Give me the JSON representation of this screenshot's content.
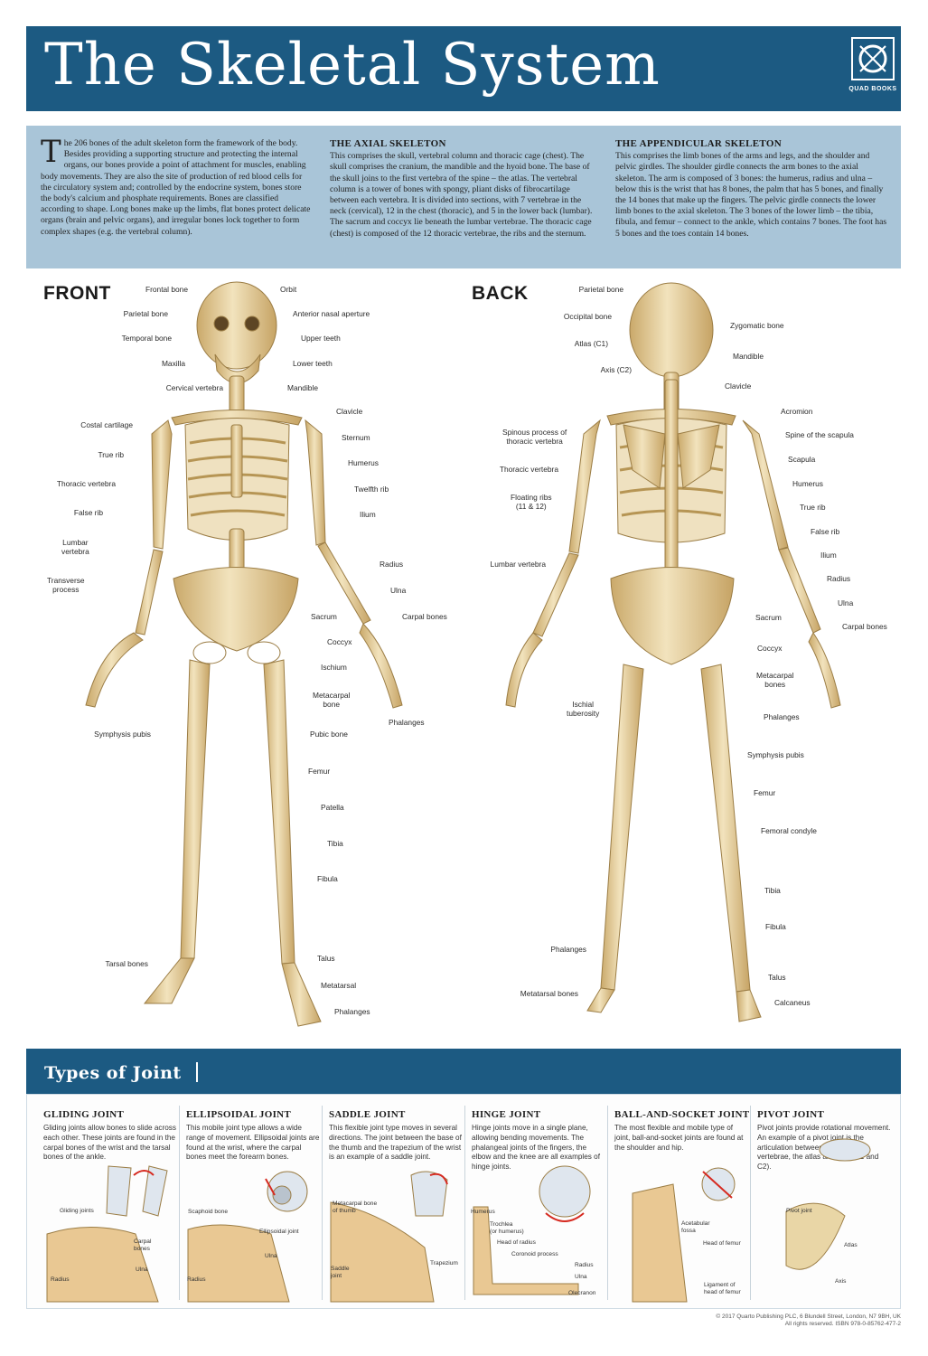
{
  "title": "The Skeletal System",
  "publisher": "QUAD BOOKS",
  "intro": {
    "dropcap": "T",
    "body": "he 206 bones of the adult skeleton form the framework of the body. Besides providing a supporting structure and protecting the internal organs, our bones provide a point of attachment for muscles, enabling body movements. They are also the site of production of red blood cells for the circulatory system and; controlled by the endocrine system, bones store the body's calcium and phosphate requirements. Bones are classified according to shape. Long bones make up the limbs, flat bones protect delicate organs (brain and pelvic organs), and irregular bones lock together to form complex shapes (e.g. the vertebral column).",
    "axial_title": "THE AXIAL SKELETON",
    "axial_body": "This comprises the skull, vertebral column and thoracic cage (chest). The skull comprises the cranium, the mandible and the hyoid bone. The base of the skull joins to the first vertebra of the spine – the atlas. The vertebral column is a tower of bones with spongy, pliant disks of fibrocartilage between each vertebra. It is divided into sections, with 7 vertebrae in the neck (cervical), 12 in the chest (thoracic), and 5 in the lower back (lumbar). The sacrum and coccyx lie beneath the lumbar vertebrae. The thoracic cage (chest) is composed of the 12 thoracic vertebrae, the ribs and the sternum.",
    "appendicular_title": "THE APPENDICULAR SKELETON",
    "appendicular_body": "This comprises the limb bones of the arms and legs, and the shoulder and pelvic girdles. The shoulder girdle connects the arm bones to the axial skeleton. The arm is composed of 3 bones: the humerus, radius and ulna – below this is the wrist that has 8 bones, the palm that has 5 bones, and finally the 14 bones that make up the fingers. The pelvic girdle connects the lower limb bones to the axial skeleton. The 3 bones of the lower limb – the tibia, fibula, and femur – connect to the ankle, which contains 7 bones. The foot has 5 bones and the toes contain 14 bones."
  },
  "front": {
    "heading": "FRONT",
    "labels": [
      "Frontal bone",
      "Orbit",
      "Parietal bone",
      "Anterior nasal aperture",
      "Temporal bone",
      "Upper teeth",
      "Maxilla",
      "Lower teeth",
      "Cervical vertebra",
      "Mandible",
      "Clavicle",
      "Costal cartilage",
      "Sternum",
      "True rib",
      "Humerus",
      "Thoracic vertebra",
      "Twelfth rib",
      "False rib",
      "Ilium",
      "Lumbar\nvertebra",
      "Transverse\nprocess",
      "Radius",
      "Ulna",
      "Sacrum",
      "Carpal bones",
      "Coccyx",
      "Ischium",
      "Metacarpal\nbone",
      "Phalanges",
      "Symphysis pubis",
      "Pubic bone",
      "Femur",
      "Patella",
      "Tibia",
      "Fibula",
      "Tarsal bones",
      "Talus",
      "Metatarsal",
      "Phalanges"
    ]
  },
  "back": {
    "heading": "BACK",
    "labels": [
      "Parietal bone",
      "Occipital bone",
      "Zygomatic bone",
      "Atlas (C1)",
      "Mandible",
      "Axis (C2)",
      "Clavicle",
      "Acromion",
      "Spinous process of\nthoracic vertebra",
      "Spine of the scapula",
      "Scapula",
      "Thoracic vertebra",
      "Humerus",
      "Floating ribs\n(11 & 12)",
      "True rib",
      "False rib",
      "Ilium",
      "Lumbar vertebra",
      "Radius",
      "Ulna",
      "Sacrum",
      "Carpal bones",
      "Coccyx",
      "Metacarpal\nbones",
      "Ischial\ntuberosity",
      "Phalanges",
      "Symphysis pubis",
      "Femur",
      "Femoral condyle",
      "Tibia",
      "Fibula",
      "Phalanges",
      "Talus",
      "Metatarsal bones",
      "Calcaneus"
    ]
  },
  "joints": {
    "heading": "Types of Joint",
    "items": [
      {
        "title": "GLIDING JOINT",
        "text": "Gliding joints allow bones to slide across each other. These joints are found in the carpal bones of the wrist and the tarsal bones of the ankle.",
        "labels": [
          "Gliding joints",
          "Carpal\nbones",
          "Radius",
          "Ulna"
        ]
      },
      {
        "title": "ELLIPSOIDAL JOINT",
        "text": "This mobile joint type allows a wide range of movement. Ellipsoidal joints are found at the wrist, where the carpal bones meet the forearm bones.",
        "labels": [
          "Scaphoid bone",
          "Ellipsoidal joint",
          "Ulna",
          "Radius"
        ]
      },
      {
        "title": "SADDLE JOINT",
        "text": "This flexible joint type moves in several directions. The joint between the base of the thumb and the trapezium of the wrist is an example of a saddle joint.",
        "labels": [
          "Metacarpal bone\nof thumb",
          "Saddle\njoint",
          "Trapezium"
        ]
      },
      {
        "title": "HINGE JOINT",
        "text": "Hinge joints move in a single plane, allowing bending movements. The phalangeal joints of the fingers, the elbow and the knee are all examples of hinge joints.",
        "labels": [
          "Humerus",
          "Trochlea\n(or humerus)",
          "Head of radius",
          "Coronoid process",
          "Radius",
          "Ulna",
          "Olecranon"
        ]
      },
      {
        "title": "BALL-AND-SOCKET JOINT",
        "text": "The most flexible and mobile type of joint, ball-and-socket joints are found at the shoulder and hip.",
        "labels": [
          "Acetabular\nfossa",
          "Head of femur",
          "Ligament of\nhead of femur"
        ]
      },
      {
        "title": "PIVOT JOINT",
        "text": "Pivot joints provide rotational movement. An example of a pivot joint is the articulation between the first two vertebrae, the atlas and axis (C1 and C2).",
        "labels": [
          "Pivot joint",
          "Atlas",
          "Axis"
        ]
      }
    ]
  },
  "footer": {
    "line1": "© 2017 Quarto Publishing PLC, 6 Blundell Street, London, N7 9BH, UK",
    "line2": "All rights reserved. ISBN 978-0-85762-477-2"
  },
  "colors": {
    "banner": "#1c5a82",
    "intro_band": "#a9c5d8",
    "bone": "#e9d6a6",
    "bone_shadow": "#c9ab6d"
  }
}
